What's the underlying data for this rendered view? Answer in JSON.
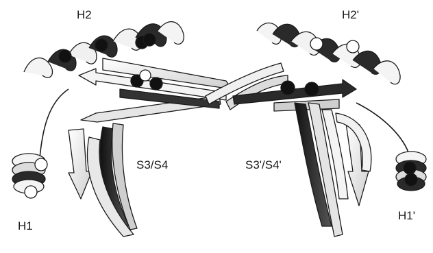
{
  "labels": {
    "h2": "H2",
    "h2_prime": "H2'",
    "s3s4": "S3/S4",
    "s3s4_prime": "S3'/S4'",
    "h1": "H1",
    "h1_prime": "H1'"
  },
  "colors": {
    "ink": "#1a1a1a",
    "ribbon_light": "#f2f2f2",
    "ribbon_mid": "#cfcfcf",
    "ribbon_dark": "#2b2b2b",
    "background": "#ffffff"
  }
}
